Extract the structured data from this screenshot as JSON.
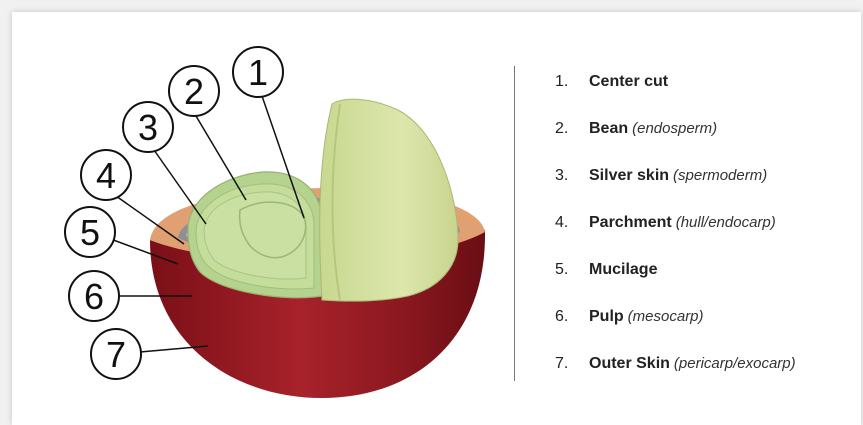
{
  "callouts": [
    "1",
    "2",
    "3",
    "4",
    "5",
    "6",
    "7"
  ],
  "legend": [
    {
      "num": "1.",
      "name": "Center cut",
      "sci": ""
    },
    {
      "num": "2.",
      "name": "Bean",
      "sci": "(endosperm)"
    },
    {
      "num": "3.",
      "name": "Silver skin",
      "sci": "(spermoderm)"
    },
    {
      "num": "4.",
      "name": "Parchment",
      "sci": "(hull/endocarp)"
    },
    {
      "num": "5.",
      "name": "Mucilage",
      "sci": ""
    },
    {
      "num": "6.",
      "name": "Pulp",
      "sci": "(mesocarp)"
    },
    {
      "num": "7.",
      "name": "Outer Skin",
      "sci": "(pericarp/exocarp)"
    }
  ],
  "colors": {
    "skin": "#9b1b22",
    "pulp": "#e0a071",
    "parchment": "#8f8f96",
    "silver_skin": "#c9b77a",
    "bean": "#b5d28e",
    "bean_half": "#d4e0a2"
  }
}
